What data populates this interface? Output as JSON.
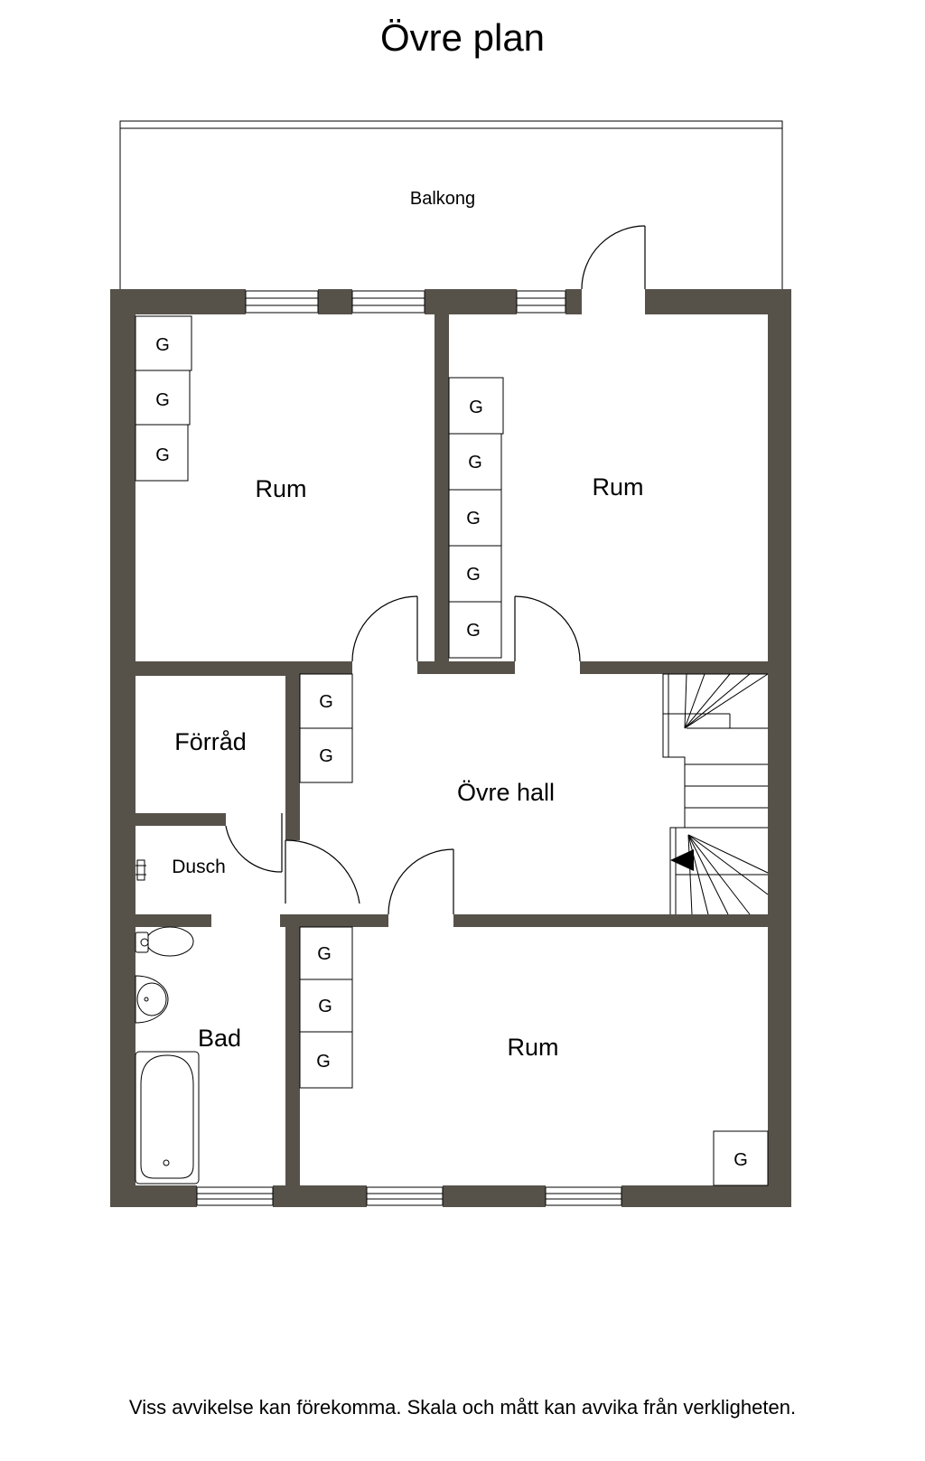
{
  "title": "Övre plan",
  "disclaimer": "Viss avvikelse kan förekomma. Skala och mått kan avvika från verkligheten.",
  "colors": {
    "wall": "#56524a",
    "line": "#000000",
    "background": "#ffffff"
  },
  "rooms": {
    "balcony": "Balkong",
    "room_top_left": "Rum",
    "room_top_right": "Rum",
    "storage": "Förråd",
    "upper_hall": "Övre hall",
    "shower": "Dusch",
    "bathroom": "Bad",
    "room_bottom": "Rum"
  },
  "wardrobe_label": "G",
  "icons": [
    "stair-arrow-icon",
    "toilet-icon",
    "sink-icon",
    "bathtub-icon",
    "shower-fixture-icon"
  ]
}
